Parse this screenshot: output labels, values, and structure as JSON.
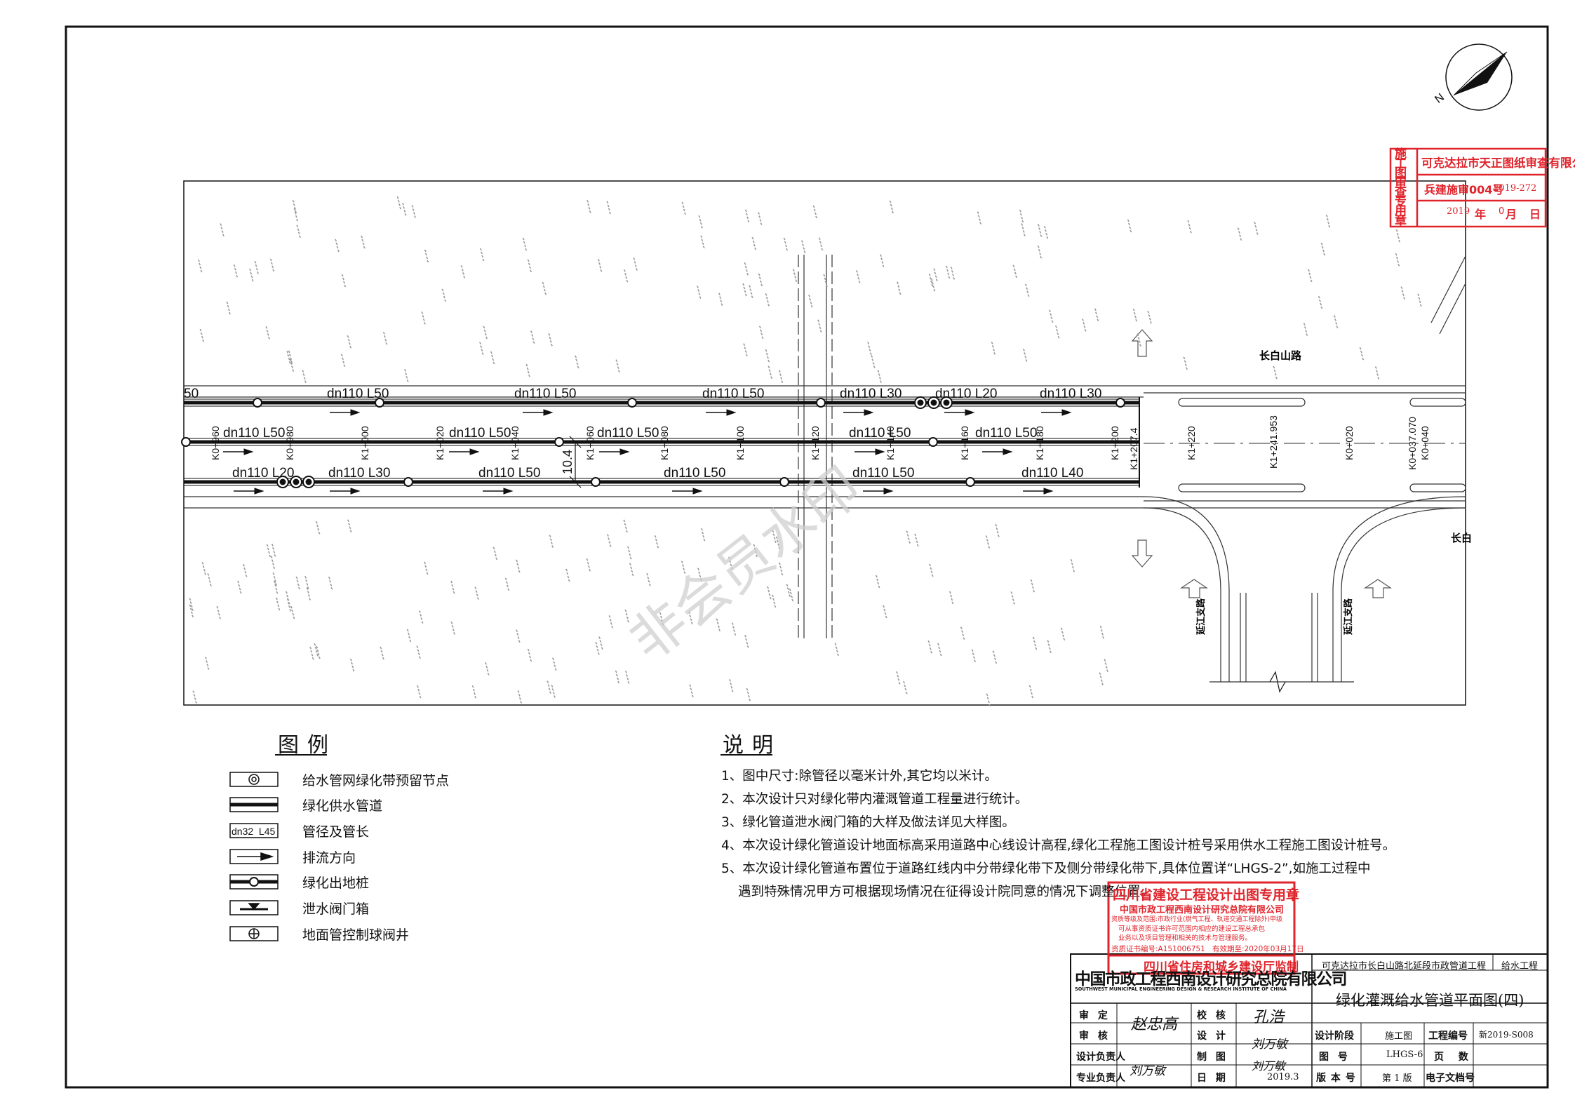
{
  "drawing": {
    "road_label_top": "长白山路",
    "road_label_right": "长白",
    "side_road_label_left": "延江支路",
    "side_road_label_right": "延江支路",
    "watermark": "非会员水印",
    "dimension_label": "10.4",
    "pipe_labels": [
      "50",
      "dn110 L50",
      "dn110 L50",
      "dn110 L50",
      "dn110 L30",
      "dn110 L20",
      "dn110 L30",
      "dn110 L50",
      "dn110 L50",
      "dn110 L50",
      "dn110 L50",
      "dn110 L50",
      "dn110 L20",
      "dn110 L30",
      "dn110 L50",
      "dn110 L50",
      "dn110 L50",
      "dn110 L40"
    ],
    "station_labels": [
      "K0+960",
      "K0+980",
      "K1+000",
      "K1+020",
      "K1+040",
      "K1+060",
      "K1+080",
      "K1+100",
      "K1+120",
      "K1+140",
      "K1+160",
      "K1+180",
      "K1+200",
      "K1+207.4",
      "K1+220",
      "K1+241.953",
      "K0+020",
      "K0+037.070",
      "K0+040"
    ]
  },
  "legend": {
    "title": "图例",
    "items": [
      {
        "label": "给水管网绿化带预留节点"
      },
      {
        "label": "绿化供水管道"
      },
      {
        "label": "管径及管长",
        "symbol_text": "dn32  L45"
      },
      {
        "label": "排流方向"
      },
      {
        "label": "绿化出地桩"
      },
      {
        "label": "泄水阀门箱"
      },
      {
        "label": "地面管控制球阀井"
      }
    ]
  },
  "notes": {
    "title": "说明",
    "items": [
      "1、图中尺寸:除管径以毫米计外,其它均以米计。",
      "2、本次设计只对绿化带内灌溉管道工程量进行统计。",
      "3、绿化管道泄水阀门箱的大样及做法详见大样图。",
      "4、本次设计绿化管道设计地面标高采用道路中心线设计高程,绿化工程施工图设计桩号采用供水工程施工图设计桩号。",
      "5、本次设计绿化管道布置位于道路红线内中分带绿化带下及侧分带绿化带下,具体位置详“LHGS-2”,如施工过程中",
      "遇到特殊情况甲方可根据现场情况在征得设计院同意的情况下调整位置。"
    ]
  },
  "review_stamp": {
    "side_title": "施工图审查专用章",
    "company": "可克达拉市天正图纸审查有限公司",
    "cert": "兵建施审004号",
    "number": "2019-272",
    "date_year": "2019",
    "date_year_unit": "年",
    "date_month": "0",
    "date_month_unit": "月",
    "date_day_unit": "日"
  },
  "design_stamp": {
    "title": "四川省建设工程设计出图专用章",
    "company": "中国市政工程西南设计研究总院有限公司",
    "line1": "资质等级及范围:市政行业(燃气工程、轨道交通工程除外)甲级",
    "line2": "可从事资质证书许可范围内相应的建设工程总承包",
    "line3": "业务以及项目管理和相关的技术与管理服务。",
    "cert_no": "资质证书编号:A151006751",
    "valid": "有效期至:2020年03月17日",
    "issuer": "四川省住房和城乡建设厅监制"
  },
  "title_block": {
    "company_cn": "中国市政工程西南设计研究总院有限公司",
    "company_en": "SOUTHWEST MUNICIPAL ENGINEERING DESIGN & RESEARCH INSTITUTE OF CHINA",
    "project": "可克达拉市长白山路北延段市政管道工程",
    "discipline": "给水工程",
    "drawing_title": "绿化灌溉给水管道平面图(四)",
    "roles": {
      "approve": "审 定",
      "review": "审 核",
      "design_lead": "设计负责人",
      "discipline_lead": "专业负责人",
      "check": "校 核",
      "design": "设 计",
      "draw": "制 图",
      "date": "日 期"
    },
    "signatures": {
      "approve": "赵忠高",
      "check": "孔浩",
      "design": "刘万敏",
      "draw": "刘万敏",
      "design_lead": "刘万敏"
    },
    "date_value": "2019.3",
    "fields": {
      "stage_label": "设计阶段",
      "stage_value": "施工图",
      "drawing_no_label": "图 号",
      "drawing_no_value": "LHGS-6",
      "edition_label": "版 本 号",
      "edition_value": "第 1 版",
      "project_no_label": "工程编号",
      "project_no_value": "新2019-S008",
      "page_label": "页 数",
      "page_value": "",
      "file_label": "电子文档号",
      "file_value": ""
    }
  },
  "north_arrow": {
    "label": "N"
  },
  "colors": {
    "stamp_red": "#e0242c",
    "line": "#111111",
    "grey": "#9a9a9a"
  }
}
